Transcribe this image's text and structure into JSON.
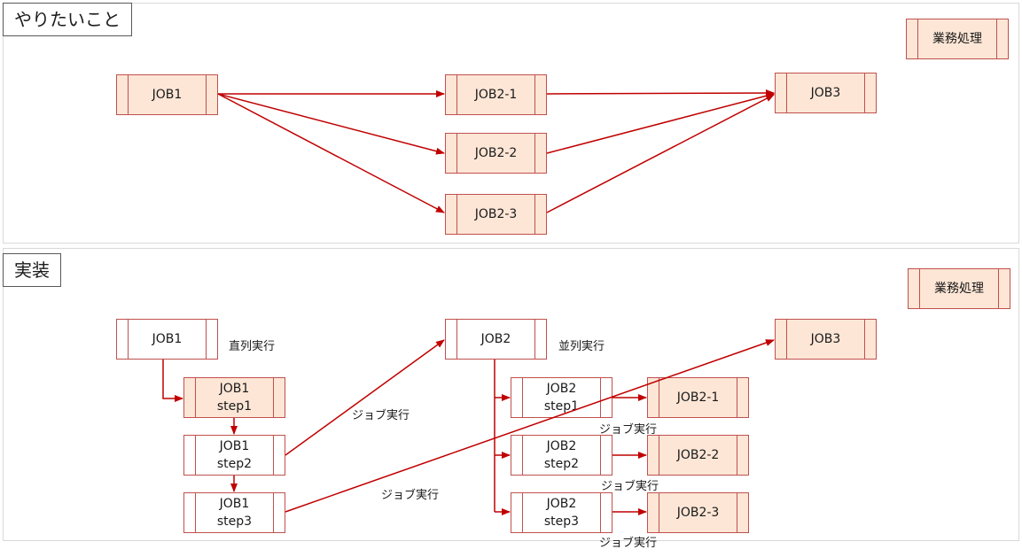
{
  "top": {
    "tag": "やりたいこと",
    "legend": "業務処理",
    "nodes": {
      "job1": "JOB1",
      "job2_1": "JOB2-1",
      "job2_2": "JOB2-2",
      "job2_3": "JOB2-3",
      "job3": "JOB3"
    }
  },
  "bottom": {
    "tag": "実装",
    "legend": "業務処理",
    "nodes": {
      "job1": "JOB1",
      "job1_step1": [
        "JOB1",
        "step1"
      ],
      "job1_step2": [
        "JOB1",
        "step2"
      ],
      "job1_step3": [
        "JOB1",
        "step3"
      ],
      "job2": "JOB2",
      "job2_step1": [
        "JOB2",
        "step1"
      ],
      "job2_step2": [
        "JOB2",
        "step2"
      ],
      "job2_step3": [
        "JOB2",
        "step3"
      ],
      "job2_1": "JOB2-1",
      "job2_2": "JOB2-2",
      "job2_3": "JOB2-3",
      "job3": "JOB3"
    },
    "labels": {
      "serial": "直列実行",
      "parallel": "並列実行",
      "job_exec_1": "ジョブ実行",
      "job_exec_2": "ジョブ実行",
      "job_exec_3": "ジョブ実行",
      "job_exec_4": "ジョブ実行",
      "job_exec_5": "ジョブ実行"
    }
  },
  "colors": {
    "arrow": "#c00000",
    "box_border": "#c0504d",
    "box_fill": "#fde6d6"
  }
}
